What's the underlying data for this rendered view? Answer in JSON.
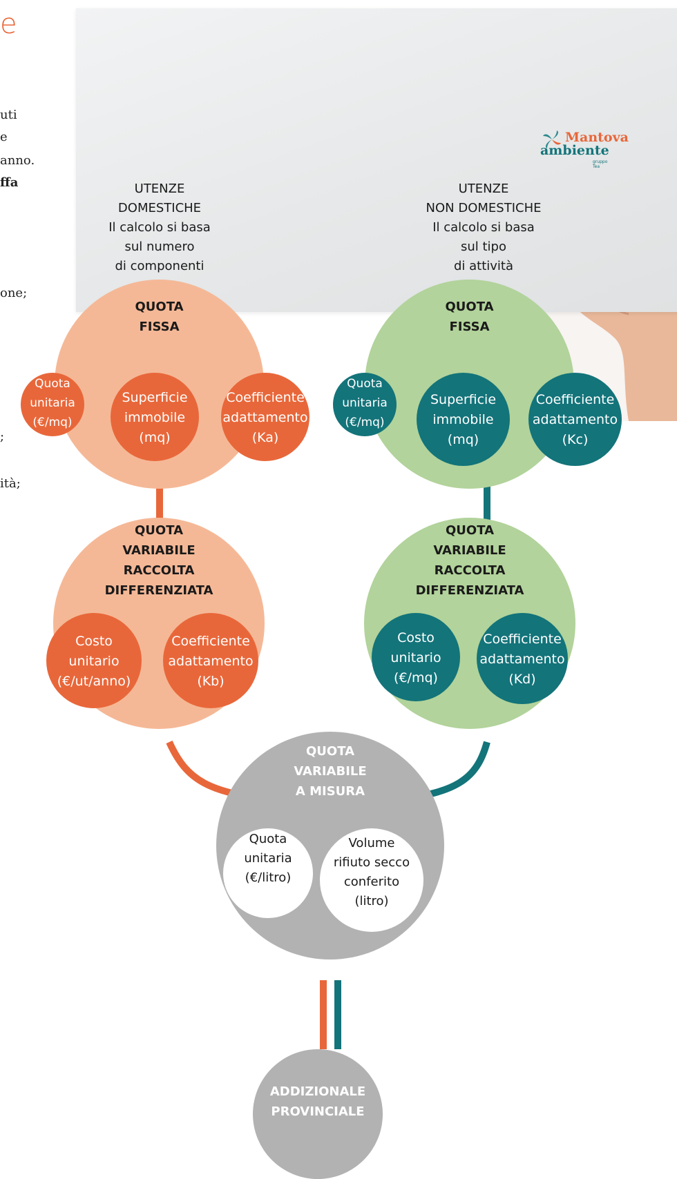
{
  "header": {
    "title_fragment": "e"
  },
  "side_text": [
    "uti",
    "e",
    "anno.",
    "ffa",
    "one;",
    ";",
    "ità;"
  ],
  "logo": {
    "line1": "Mantova",
    "line2": "ambiente",
    "sub": "gruppo Tea"
  },
  "columns": {
    "domestic": {
      "heading": "UTENZE\nDOMESTICHE\nIl calcolo si basa\nsul numero\ndi componenti",
      "fixed": {
        "title": "QUOTA\nFISSA",
        "items": [
          "Quota\nunitaria\n(€/mq)",
          "Superficie\nimmobile\n(mq)",
          "Coefficiente\nadattamento\n(Ka)"
        ]
      },
      "variable": {
        "title": "QUOTA\nVARIABILE\nRACCOLTA\nDIFFERENZIATA",
        "items": [
          "Costo\nunitario\n(€/ut/anno)",
          "Coefficiente\nadattamento\n(Kb)"
        ]
      }
    },
    "non_domestic": {
      "heading": "UTENZE\nNON DOMESTICHE\nIl calcolo si basa\nsul tipo\ndi attività",
      "fixed": {
        "title": "QUOTA\nFISSA",
        "items": [
          "Quota\nunitaria\n(€/mq)",
          "Superficie\nimmobile\n(mq)",
          "Coefficiente\nadattamento\n(Kc)"
        ]
      },
      "variable": {
        "title": "QUOTA\nVARIABILE\nRACCOLTA\nDIFFERENZIATA",
        "items": [
          "Costo\nunitario\n(€/mq)",
          "Coefficiente\nadattamento\n(Kd)"
        ]
      }
    }
  },
  "measured": {
    "title": "QUOTA\nVARIABILE\nA MISURA",
    "items": [
      "Quota\nunitaria\n(€/litro)",
      "Volume\nrifiuto secco\nconferito\n(litro)"
    ]
  },
  "additional": {
    "title": "ADDIZIONALE\nPROVINCIALE"
  },
  "colors": {
    "orange": "#e8673a",
    "peach": "#f5b896",
    "teal": "#13747a",
    "green": "#b2d39b",
    "gray": "#b2b2b2",
    "title_orange": "#e8673a"
  }
}
